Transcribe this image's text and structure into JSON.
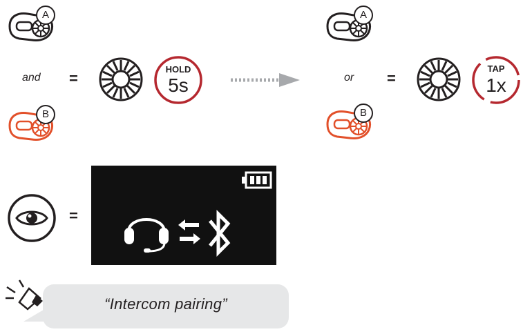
{
  "colors": {
    "ink": "#231f20",
    "accent_red": "#e2502a",
    "badge_red": "#b5282f",
    "screen_bg": "#111111",
    "bubble_bg": "#e6e7e8",
    "arrow_gray": "#a7a9ac"
  },
  "step1": {
    "device_a_label": "A",
    "device_b_label": "B",
    "connector": "and",
    "equals": "=",
    "action": {
      "top": "HOLD",
      "main": "5s"
    }
  },
  "step2": {
    "device_a_label": "A",
    "device_b_label": "B",
    "connector": "or",
    "equals": "=",
    "action": {
      "top": "TAP",
      "main": "1x"
    }
  },
  "display": {
    "equals": "=",
    "icons": [
      "eye-icon",
      "battery-icon",
      "headset-icon",
      "exchange-arrows-icon",
      "bluetooth-icon"
    ],
    "battery_bars": 3
  },
  "voice_prompt": {
    "icon": "speaker-icon",
    "text": "“Intercom pairing”"
  }
}
